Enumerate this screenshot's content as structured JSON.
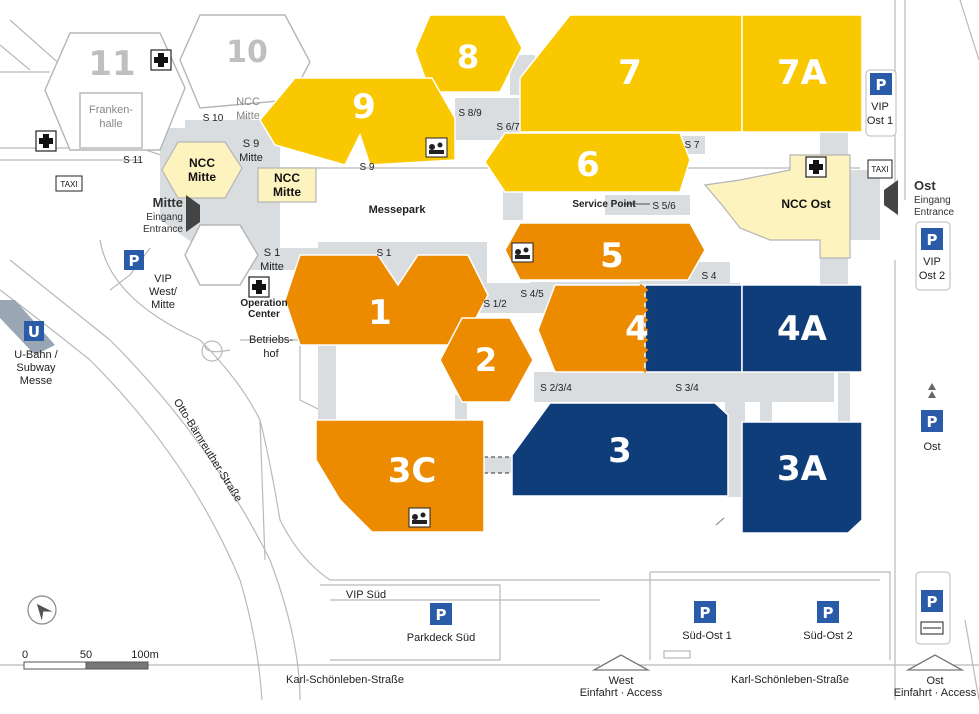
{
  "halls": {
    "h1": "1",
    "h2": "2",
    "h3": "3",
    "h3a": "3A",
    "h3c": "3C",
    "h4": "4",
    "h4a": "4A",
    "h5": "5",
    "h6": "6",
    "h7": "7",
    "h7a": "7A",
    "h8": "8",
    "h9": "9",
    "h10": "10",
    "h11": "11"
  },
  "connectors": {
    "s1": "S 1",
    "s12": "S 1/2",
    "s45": "S 4/5",
    "s234": "S 2/3/4",
    "s34": "S 3/4",
    "s4": "S 4",
    "s56": "S 5/6",
    "s7": "S 7",
    "s67": "S 6/7",
    "s89": "S 8/9",
    "s9a": "S 9",
    "s9b": "S 9",
    "s10": "S 10",
    "s11": "S 11"
  },
  "labels": {
    "frankenhalle_1": "Franken-",
    "frankenhalle_2": "halle",
    "ncc_mitte_top_1": "NCC",
    "ncc_mitte_top_2": "Mitte",
    "s9_mitte_1": "S 9",
    "s9_mitte_2": "Mitte",
    "s1_mitte_1": "S 1",
    "s1_mitte_2": "Mitte",
    "messepark": "Messepark",
    "service_point": "Service Point",
    "operation_1": "Operation",
    "operation_2": "Center",
    "betriebshof_1": "Betriebs-",
    "betriebshof_2": "hof",
    "ncc_mitte_a_1": "NCC",
    "ncc_mitte_a_2": "Mitte",
    "ncc_mitte_b_1": "NCC",
    "ncc_mitte_b_2": "Mitte",
    "ncc_ost": "NCC Ost",
    "mitte_title": "Mitte",
    "mitte_eingang": "Eingang",
    "mitte_entrance": "Entrance",
    "ost_title": "Ost",
    "ost_eingang": "Eingang",
    "ost_entrance": "Entrance",
    "taxi": "TAXI",
    "vip_west_1": "VIP",
    "vip_west_2": "West/",
    "vip_west_3": "Mitte",
    "vip_ost1_1": "VIP",
    "vip_ost1_2": "Ost 1",
    "vip_ost2_1": "VIP",
    "vip_ost2_2": "Ost 2",
    "ost_parking": "Ost",
    "ubahn_1": "U-Bahn /",
    "ubahn_2": "Subway",
    "ubahn_3": "Messe",
    "u_letter": "U",
    "street_otto": "Otto-Bärnreuther-Straße",
    "street_karl_1": "Karl-Schönleben-Straße",
    "street_karl_2": "Karl-Schönleben-Straße",
    "vip_sued": "VIP Süd",
    "parkdeck_sued": "Parkdeck Süd",
    "sued_ost_1": "Süd-Ost 1",
    "sued_ost_2": "Süd-Ost 2",
    "west_1": "West",
    "west_2": "Einfahrt · Access",
    "ost_access_1": "Ost",
    "ost_access_2": "Einfahrt · Access",
    "p": "P",
    "scale_0": "0",
    "scale_50": "50",
    "scale_100": "100m"
  },
  "colors": {
    "yellow": "#f9c800",
    "orange": "#ed8b00",
    "navy": "#0f3d7a",
    "lightyellow": "#fdf3bf",
    "walkway": "#d9dde0",
    "parking_blue": "#2a5ba8"
  }
}
